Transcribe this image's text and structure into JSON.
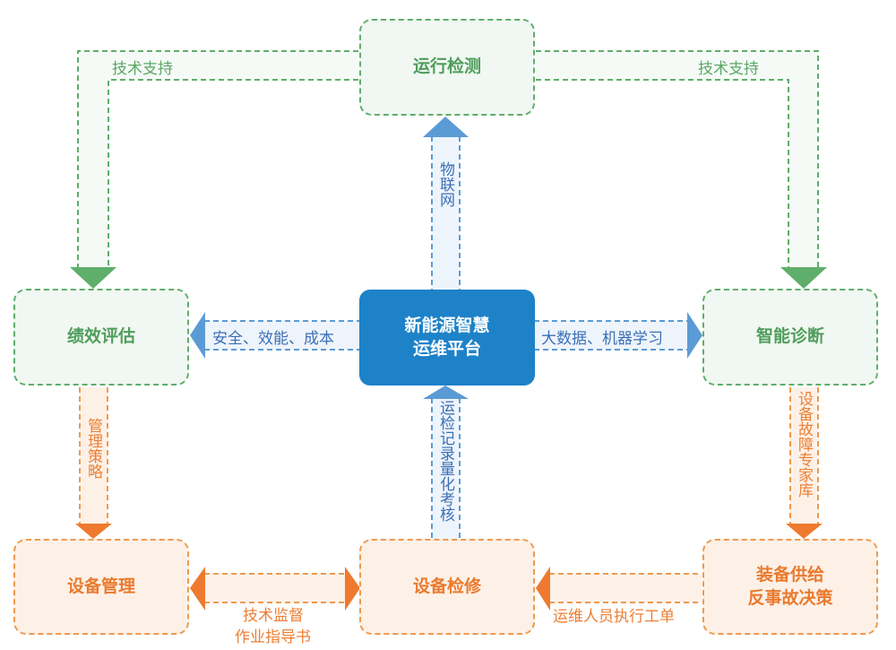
{
  "colors": {
    "green": "#5fae6b",
    "green_fill": "#f1f7f2",
    "blue": "#1e82c8",
    "blue_arrow": "#5b9bd5",
    "blue_fill": "#eef4fb",
    "orange": "#ee8a3c",
    "orange_fill": "#fdf1e7"
  },
  "nodes": {
    "operation_monitoring": "运行检测",
    "performance_evaluation": "绩效评估",
    "platform": "新能源智慧\n运维平台",
    "intelligent_diagnosis": "智能诊断",
    "equipment_management": "设备管理",
    "equipment_maintenance": "设备检修",
    "supply_decision": "装备供给\n反事故决策"
  },
  "edges": {
    "tech_support_left": "技术支持",
    "tech_support_right": "技术支持",
    "iot": "物联网",
    "safety_efficiency_cost": "安全、效能、成本",
    "big_data_ml": "大数据、机器学习",
    "maintenance_records": "运检记录量化考核",
    "management_strategy": "管理策略",
    "fault_expert_db": "设备故障专家库",
    "tech_supervision_line1": "技术监督",
    "tech_supervision_line2": "作业指导书",
    "staff_work_orders": "运维人员执行工单"
  }
}
